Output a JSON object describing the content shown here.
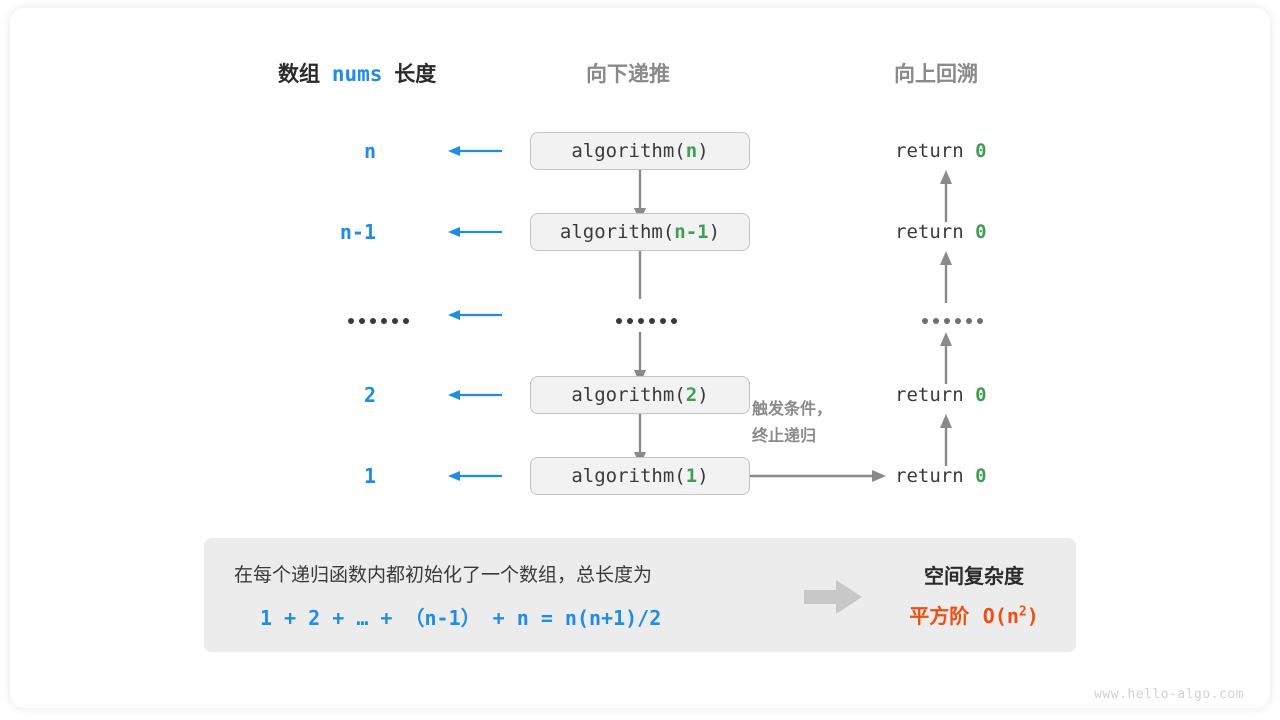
{
  "headings": {
    "left_prefix": "数组",
    "left_mono": "nums",
    "left_suffix": "长度",
    "middle": "向下递推",
    "right": "向上回溯"
  },
  "rows": [
    {
      "size": "n",
      "call_prefix": "algorithm(",
      "call_arg": "n",
      "call_suffix": ")",
      "return_text": "return",
      "return_value": "0"
    },
    {
      "size": "n-1",
      "call_prefix": "algorithm(",
      "call_arg": "n-1",
      "call_suffix": ")",
      "return_text": "return",
      "return_value": "0"
    },
    {
      "size": "dots",
      "call_prefix": "",
      "call_arg": "",
      "call_suffix": "",
      "return_text": "",
      "return_value": ""
    },
    {
      "size": "2",
      "call_prefix": "algorithm(",
      "call_arg": "2",
      "call_suffix": ")",
      "return_text": "return",
      "return_value": "0"
    },
    {
      "size": "1",
      "call_prefix": "algorithm(",
      "call_arg": "1",
      "call_suffix": ")",
      "return_text": "return",
      "return_value": "0"
    }
  ],
  "note": {
    "line1": "触发条件，",
    "line2": "终止递归"
  },
  "summary": {
    "line1": "在每个递归函数内都初始化了一个数组，总长度为",
    "line2": "1 + 2 + … + （n-1） + n = n(n+1)/2",
    "right_title": "空间复杂度",
    "right_value_label": "平方阶",
    "right_value_notation": "O(n",
    "right_value_exponent": "2",
    "right_value_close": ")"
  },
  "watermark": "www.hello-algo.com",
  "colors": {
    "blue": "#1f8ce6",
    "green": "#3f9e52",
    "orange": "#ee4f14",
    "gray_arrow": "#8a8a8a",
    "panel_bg": "#ececec",
    "box_bg": "#f2f2f2",
    "box_border": "#c4c4c4"
  }
}
